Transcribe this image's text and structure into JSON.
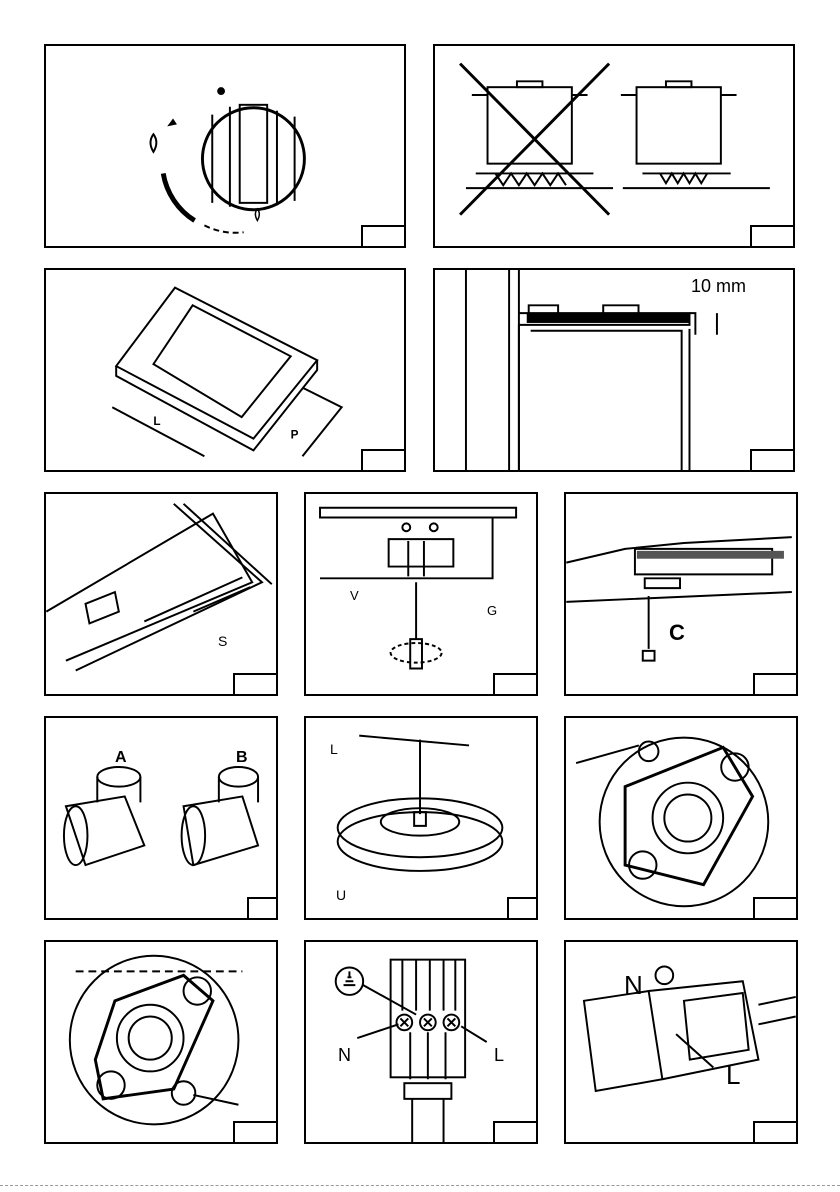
{
  "figure_labels": {
    "mm": "10 mm",
    "L1": "L",
    "P": "P",
    "S": "S",
    "V": "V",
    "G": "G",
    "C": "C",
    "A": "A",
    "B": "B",
    "Lkey": "L",
    "U": "U",
    "N1": "N",
    "L2": "L",
    "N2": "N",
    "L3": "L"
  }
}
